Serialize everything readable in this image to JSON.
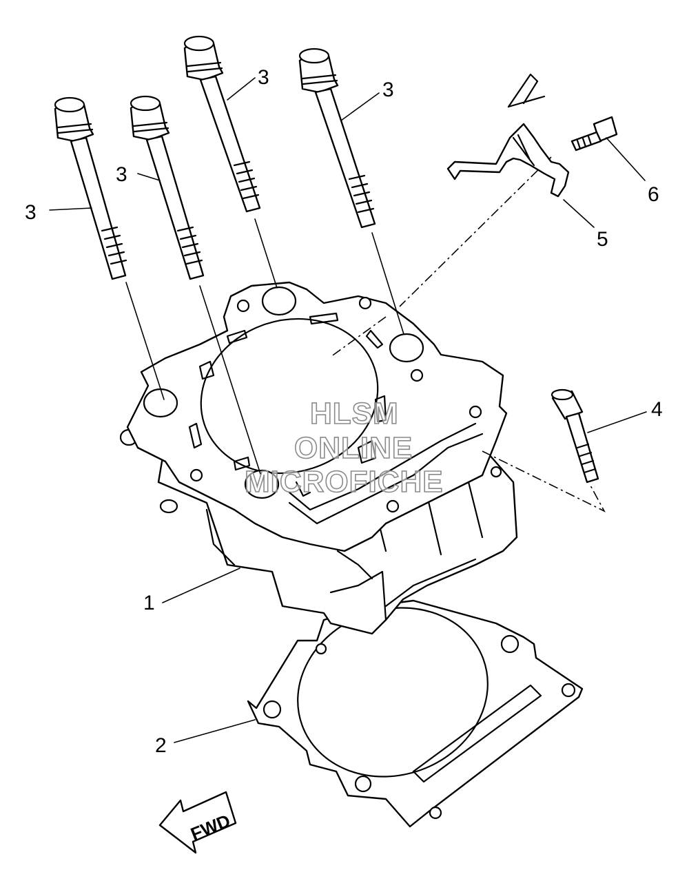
{
  "diagram": {
    "callouts": [
      {
        "id": "1",
        "label": "1"
      },
      {
        "id": "2",
        "label": "2"
      },
      {
        "id": "3a",
        "label": "3"
      },
      {
        "id": "3b",
        "label": "3"
      },
      {
        "id": "3c",
        "label": "3"
      },
      {
        "id": "3d",
        "label": "3"
      },
      {
        "id": "4",
        "label": "4"
      },
      {
        "id": "5",
        "label": "5"
      },
      {
        "id": "6",
        "label": "6"
      }
    ],
    "watermark": [
      "HLSM",
      "ONLINE",
      "MICROFICHE"
    ],
    "direction_badge": "FWD"
  }
}
